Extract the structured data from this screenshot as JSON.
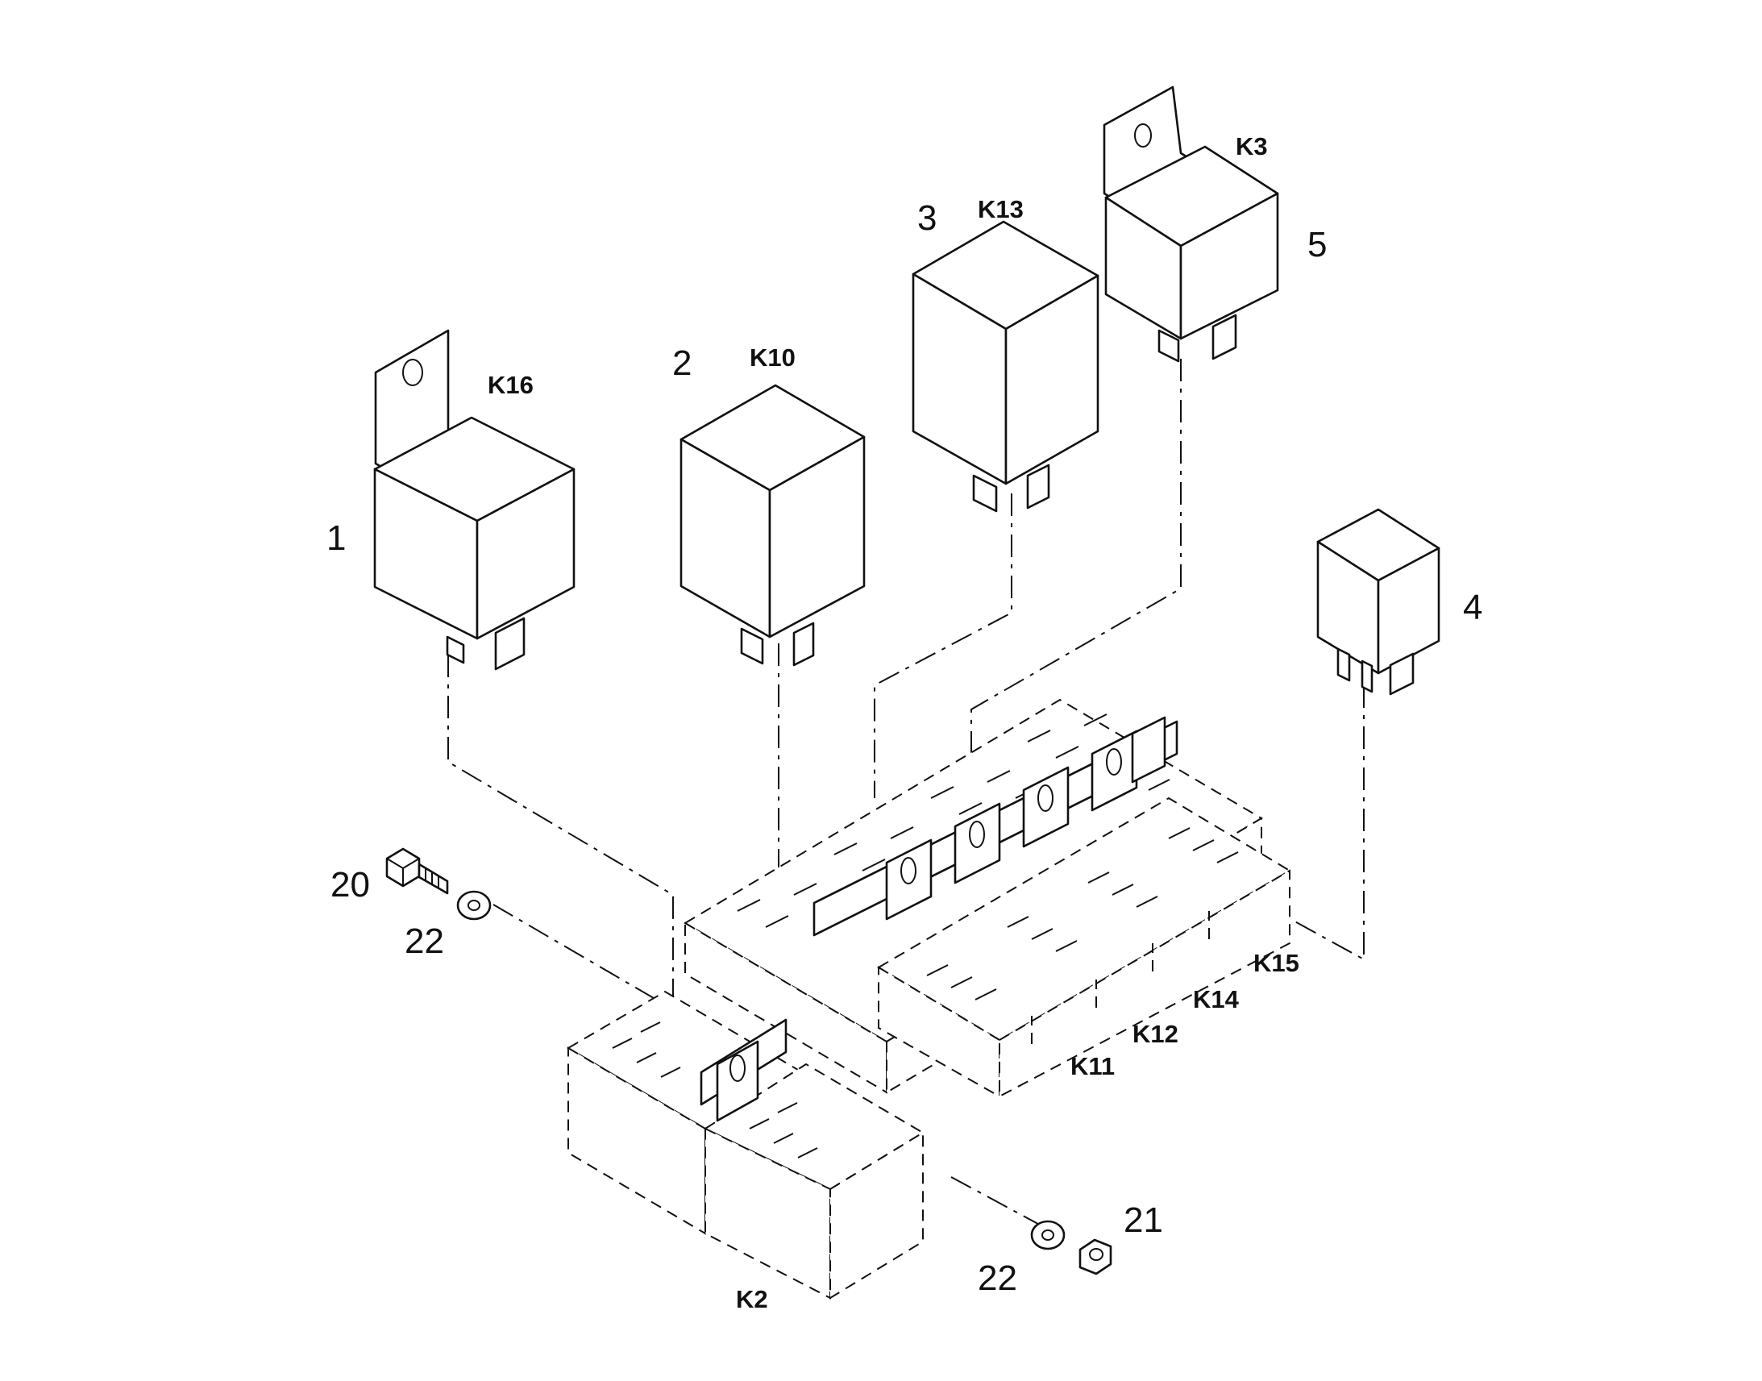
{
  "callouts": {
    "item_1": "1",
    "item_2": "2",
    "item_3": "3",
    "item_4": "4",
    "item_5": "5",
    "item_20": "20",
    "item_21": "21",
    "item_22_left": "22",
    "item_22_right": "22"
  },
  "relay_codes": {
    "k16": "K16",
    "k10": "K10",
    "k13": "K13",
    "k3": "K3",
    "k2": "K2",
    "k11": "K11",
    "k12": "K12",
    "k14": "K14",
    "k15": "K15"
  }
}
